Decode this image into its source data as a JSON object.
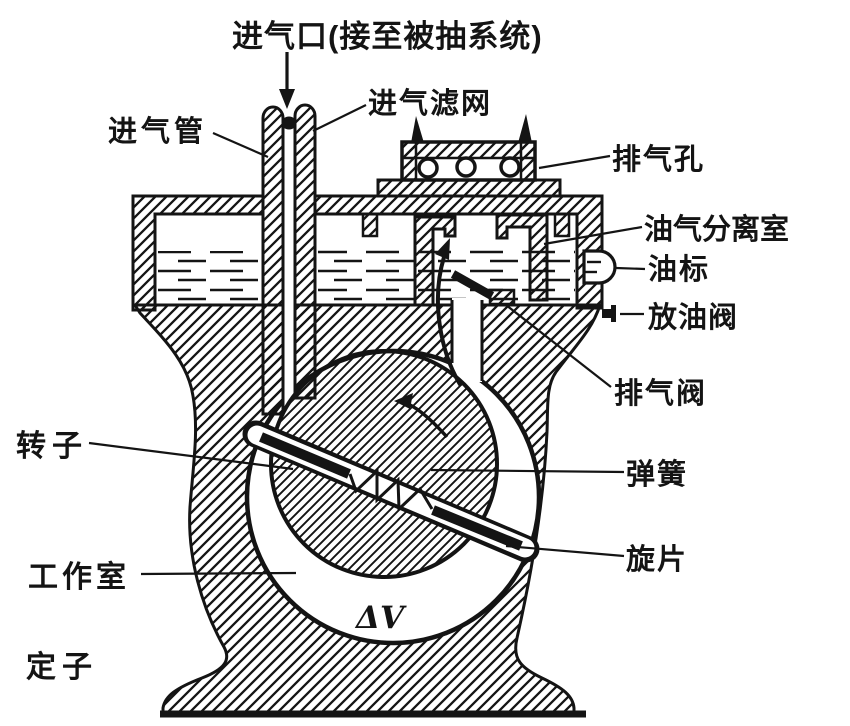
{
  "figure": {
    "kind": "rotary-vane-vacuum-pump-cross-section",
    "labels": {
      "inlet_port": "进气口(接至被抽系统)",
      "inlet_filter": "进气滤网",
      "inlet_pipe": "进气管",
      "exhaust_hole": "排气孔",
      "oil_gas_separator": "油气分离室",
      "oil_gauge": "油标",
      "oil_drain_valve": "放油阀",
      "exhaust_valve": "排气阀",
      "rotor": "转子",
      "spring": "弹簧",
      "working_chamber": "工作室",
      "vane": "旋片",
      "stator": "定子",
      "volume_symbol": "ΔV"
    },
    "colors": {
      "ink": "#141414",
      "paper": "#ffffff"
    }
  }
}
